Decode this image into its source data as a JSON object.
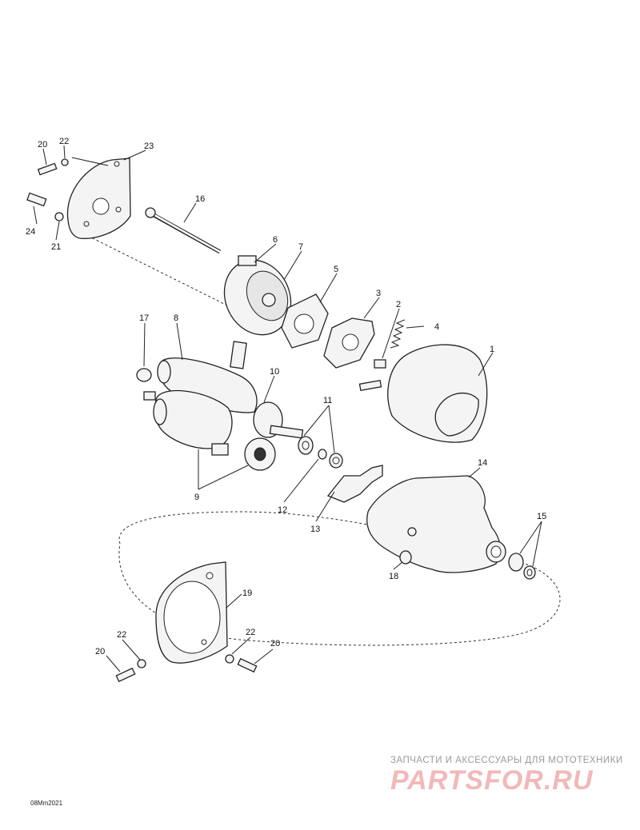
{
  "callouts": {
    "c1": "1",
    "c2": "2",
    "c3": "3",
    "c4": "4",
    "c5": "5",
    "c6": "6",
    "c7": "7",
    "c8": "8",
    "c9": "9",
    "c10": "10",
    "c11": "11",
    "c12": "12",
    "c13": "13",
    "c14": "14",
    "c15": "15",
    "c16": "16",
    "c17": "17",
    "c18": "18",
    "c19": "19",
    "c20a": "20",
    "c20b": "20",
    "c20c": "20",
    "c21": "21",
    "c22a": "22",
    "c22b": "22",
    "c22c": "22",
    "c23": "23",
    "c24": "24"
  },
  "watermark": {
    "tagline": "ЗАПЧАСТИ И АКСЕССУАРЫ ДЛЯ МОТОТЕХНИКИ",
    "logo": "PARTSFOR.RU"
  },
  "drawing_code": "08Mm2021"
}
